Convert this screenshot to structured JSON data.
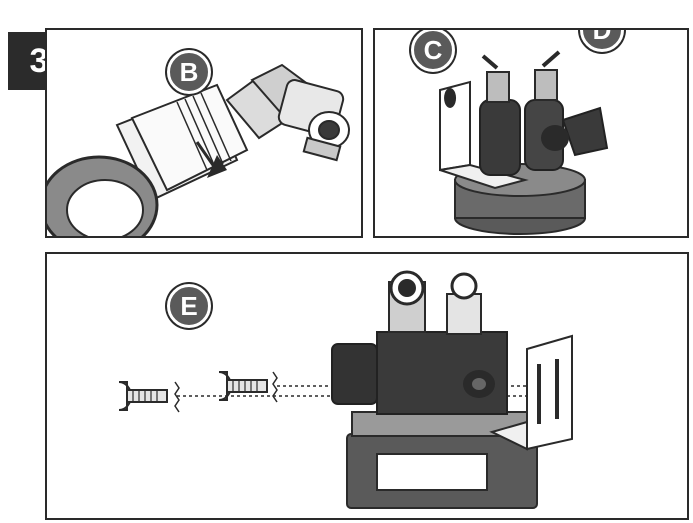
{
  "step": {
    "number": "3"
  },
  "callouts": {
    "b": "B",
    "c": "C",
    "d": "D",
    "e": "E"
  },
  "colors": {
    "dark": "#2b2b2b",
    "mid": "#5a5a5a",
    "light": "#9a9a9a",
    "outline": "#2a2a2a"
  }
}
